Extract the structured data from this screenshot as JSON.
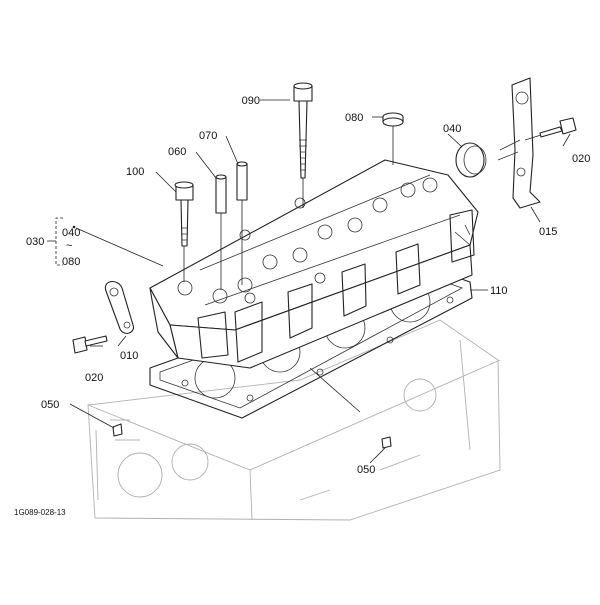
{
  "figure_id": "1G089-028-13",
  "callouts": {
    "c010": "010",
    "c015": "015",
    "c020a": "020",
    "c020b": "020",
    "c030": "030",
    "c040a": "040",
    "c040b": "040",
    "tilde": "~",
    "c080a": "080",
    "c050a": "050",
    "c050b": "050",
    "c060": "060",
    "c070": "070",
    "c080b": "080",
    "c090": "090",
    "c100": "100",
    "c110": "110"
  },
  "colors": {
    "ink": "#222222",
    "faint_block": "#b0b0b0",
    "background": "#ffffff"
  }
}
